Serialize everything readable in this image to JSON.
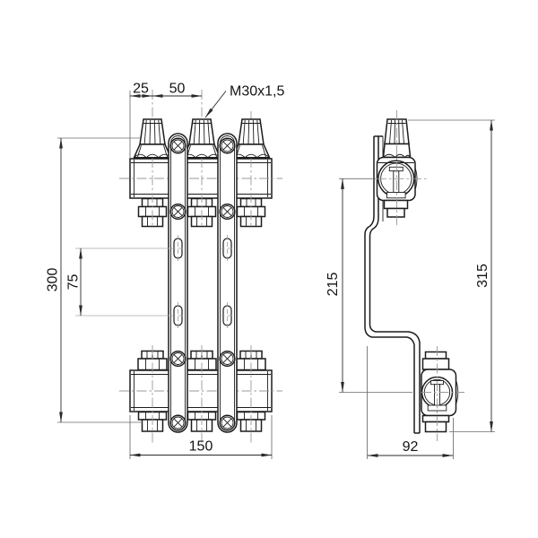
{
  "front_view": {
    "dim_first_outlet_offset": "25",
    "dim_outlet_spacing": "50",
    "thread_callout": "M30x1,5",
    "dim_overall_height": "300",
    "dim_slot_spacing": "75",
    "dim_length": "150"
  },
  "side_view": {
    "dim_port_center_spacing": "215",
    "dim_overall_height": "315",
    "dim_depth": "92"
  },
  "colors": {
    "line": "#1c1c1c",
    "center": "#9a9a9a",
    "ext": "#6b6b6b",
    "extlight": "#a8a8a8",
    "dim": "#2a2a2a",
    "text": "#141414",
    "bg": "#ffffff"
  }
}
